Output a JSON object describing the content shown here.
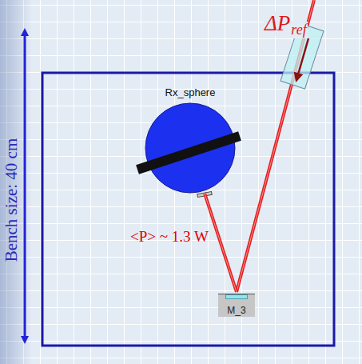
{
  "diagram": {
    "nodes": [
      {
        "text": [
          "Rx_sphere"
        ]
      },
      {
        "text": [
          "M_3"
        ]
      }
    ],
    "edges": [
      {
        "from": 1,
        "to": 0,
        "arrow": "none"
      }
    ],
    "labels": [
      "ΔP",
      "ref",
      "Bench size: 40 cm",
      "<P> ~ 1.3 W"
    ]
  }
}
